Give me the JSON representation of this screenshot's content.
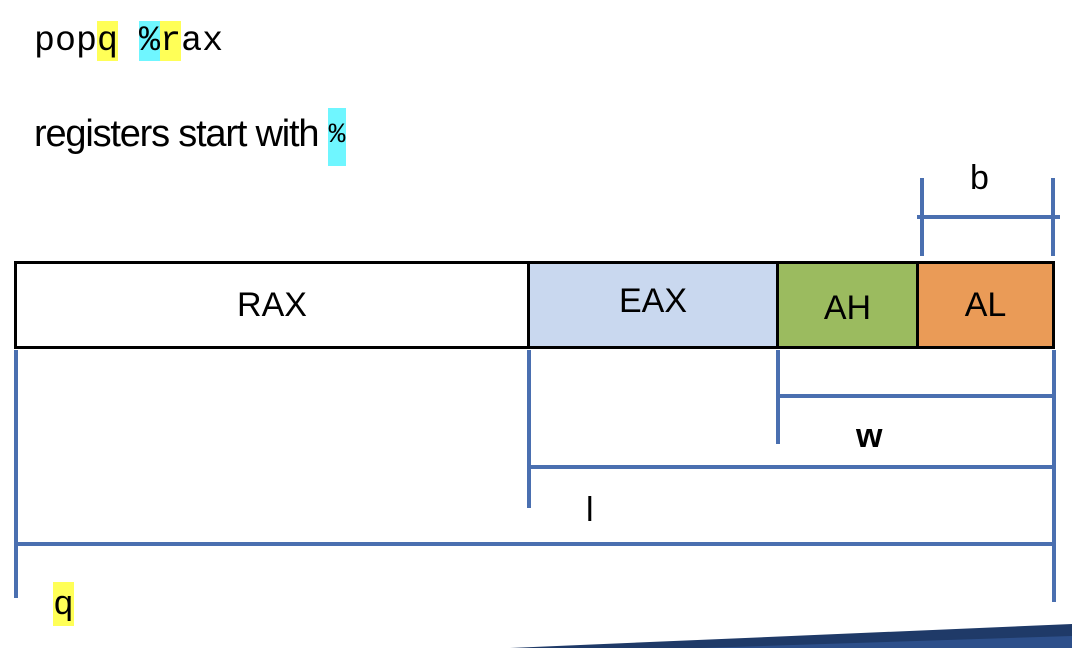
{
  "code": {
    "mnemonic_base": "pop",
    "mnemonic_suffix": "q",
    "operand_prefix": "%",
    "operand_first": "r",
    "operand_rest": "ax"
  },
  "caption": {
    "text": "registers start with ",
    "symbol": "%"
  },
  "registers": {
    "rax": "RAX",
    "eax": "EAX",
    "ah": "AH",
    "al": "AL"
  },
  "size_labels": {
    "b": "b",
    "w": "w",
    "l": "l",
    "q": "q"
  },
  "colors": {
    "highlight_yellow": "#ffff57",
    "highlight_cyan": "#6ff6ff",
    "eax_fill": "#c9d8ef",
    "ah_fill": "#9bbb5f",
    "al_fill": "#ea9b57",
    "bracket_blue": "#4a6fb0"
  }
}
